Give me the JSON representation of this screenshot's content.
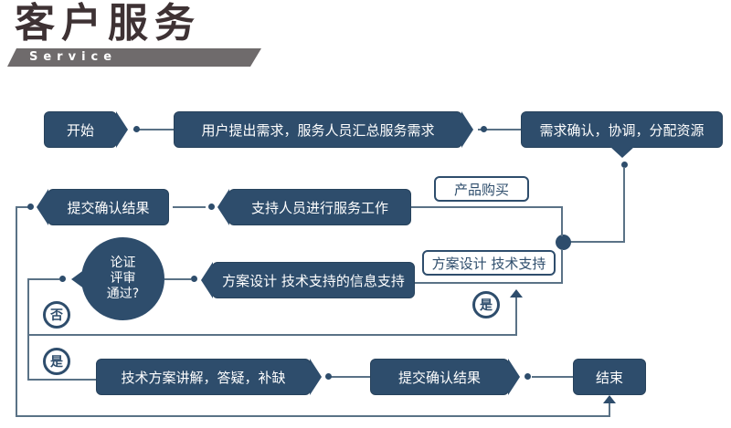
{
  "header": {
    "title": "客户服务",
    "subtitle": "Service"
  },
  "colors": {
    "node_fill": "#2e4d6c",
    "connector_line": "#5a7286",
    "title_text": "#3e3234",
    "banner_fill": "#6f6b6c",
    "label_box_bg": "#ffffff"
  },
  "flowchart": {
    "nodes": {
      "start": "开始",
      "gather_requirements": "用户提出需求，服务人员汇总服务需求",
      "allocate_resources": "需求确认，协调，分配资源",
      "submit_confirm_1": "提交确认结果",
      "service_work": "支持人员进行服务工作",
      "review_line1": "论证",
      "review_line2": "评审",
      "review_line3": "通过?",
      "design_info_support": "方案设计 技术支持的信息支持",
      "product_purchase": "产品购买",
      "design_tech_support": "方案设计 技术支持",
      "label_no": "否",
      "label_yes": "是",
      "label_yes_2": "是",
      "explain_solution": "技术方案讲解，答疑，补缺",
      "submit_confirm_2": "提交确认结果",
      "end": "结束"
    }
  }
}
